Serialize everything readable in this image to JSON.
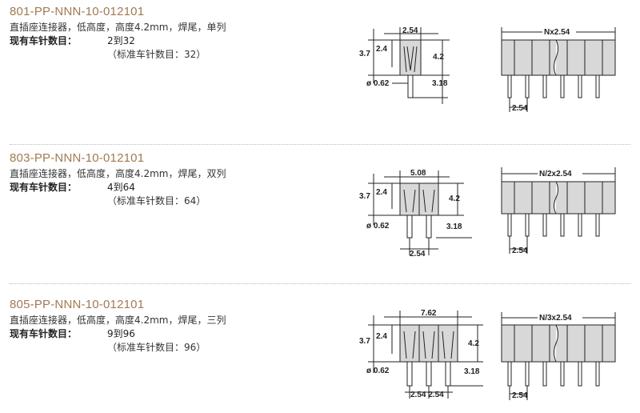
{
  "products": [
    {
      "code": "801-PP-NNN-10-012101",
      "description": "直插座连接器，低高度，高度4.2mm，焊尾，单列",
      "pins_label": "现有车针数目：",
      "pins_range": "2到32",
      "standard_pins": "（标准车针数目：32）",
      "dims": {
        "pitch_top": "2.54",
        "height_a": "3.7",
        "height_b": "2.4",
        "height_total": "4.2",
        "pin_diameter": "ø 0.62",
        "tail_length": "3.18",
        "bottom_pitch": "",
        "length_label": "Nx2.54",
        "side_pitch": "2.54"
      }
    },
    {
      "code": "803-PP-NNN-10-012101",
      "description": "直插座连接器，低高度，高度4.2mm，焊尾，双列",
      "pins_label": "现有车针数目：",
      "pins_range": "4到64",
      "standard_pins": "（标准车针数目：64）",
      "dims": {
        "pitch_top": "5.08",
        "height_a": "3.7",
        "height_b": "2.4",
        "height_total": "4.2",
        "pin_diameter": "ø 0.62",
        "tail_length": "3.18",
        "bottom_pitch": "2.54",
        "length_label": "N/2x2.54",
        "side_pitch": "2.54"
      }
    },
    {
      "code": "805-PP-NNN-10-012101",
      "description": "直插座连接器，低高度，高度4.2mm，焊尾，三列",
      "pins_label": "现有车针数目：",
      "pins_range": "9到96",
      "standard_pins": "（标准车针数目：96）",
      "dims": {
        "pitch_top": "7.62",
        "height_a": "3.7",
        "height_b": "2.4",
        "height_total": "4.2",
        "pin_diameter": "ø 0.62",
        "tail_length": "3.18",
        "bottom_pitch": "2.54 2.54",
        "length_label": "N/3x2.54",
        "side_pitch": "2.54"
      }
    }
  ]
}
